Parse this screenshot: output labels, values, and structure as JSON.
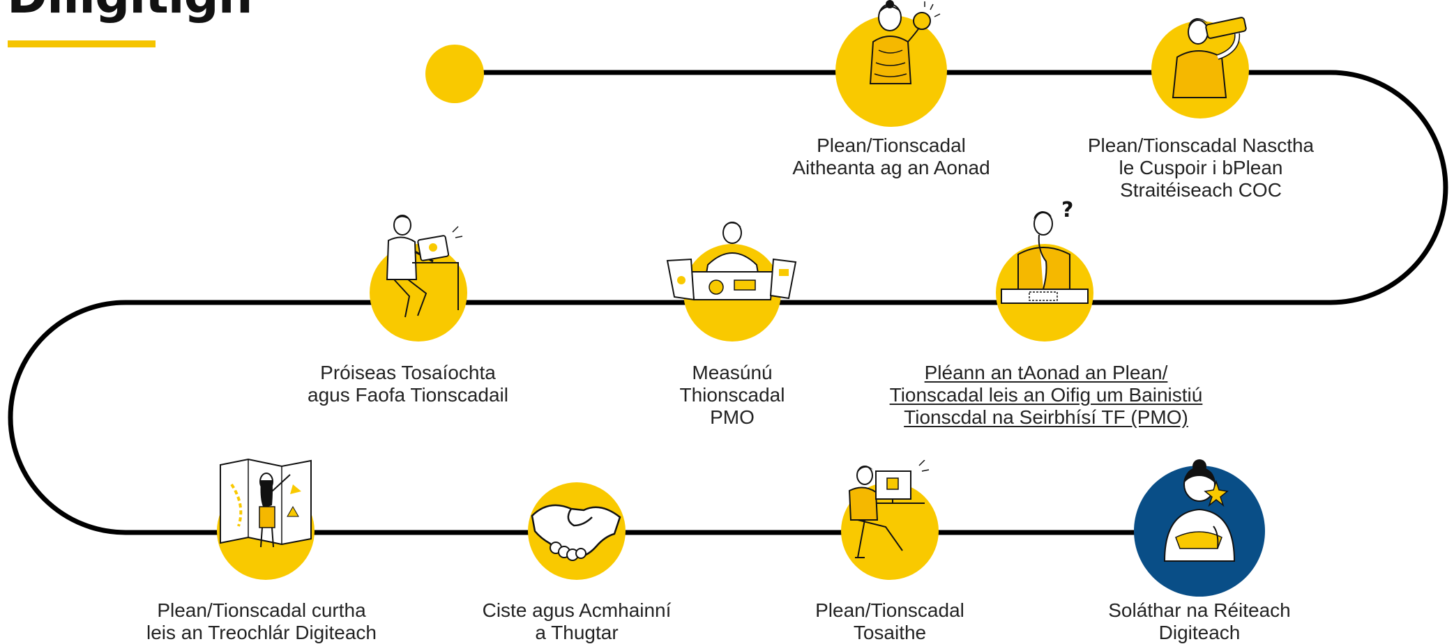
{
  "title": "Diligitigh",
  "colors": {
    "accent": "#F9C900",
    "dark_blue": "#094E87",
    "line": "#000000"
  },
  "steps": [
    {
      "label_lines": [
        "Plean/Tionscadal",
        "Aitheanta ag an Aonad"
      ],
      "icon": "woman-lightbulb-icon"
    },
    {
      "label_lines": [
        "Plean/Tionscadal Nasctha",
        "le Cuspoir i bPlean",
        "Straitéiseach COC"
      ],
      "icon": "man-binoculars-icon"
    },
    {
      "label_lines": [
        "Pléann an tAonad an Plean/",
        "Tionscadal leis an Oifig um Bainistiú",
        "Tionscdal na Seirbhísí TF (PMO)"
      ],
      "icon": "man-question-icon",
      "link": true
    },
    {
      "label_lines": [
        "Measúnú",
        "Thionscadal",
        "PMO"
      ],
      "icon": "man-desk-documents-icon"
    },
    {
      "label_lines": [
        "Próiseas Tosaíochta",
        "agus Faofa Tionscadail"
      ],
      "icon": "man-laptop-icon"
    },
    {
      "label_lines": [
        "Plean/Tionscadal curtha",
        "leis an Treochlár Digiteach"
      ],
      "icon": "woman-map-icon"
    },
    {
      "label_lines": [
        "Ciste agus Acmhainní",
        "a Thugtar"
      ],
      "icon": "handshake-icon"
    },
    {
      "label_lines": [
        "Plean/Tionscadal",
        "Tosaithe"
      ],
      "icon": "man-computer-icon"
    },
    {
      "label_lines": [
        "Soláthar na Réiteach",
        "Digiteach"
      ],
      "icon": "woman-stars-icon"
    }
  ]
}
